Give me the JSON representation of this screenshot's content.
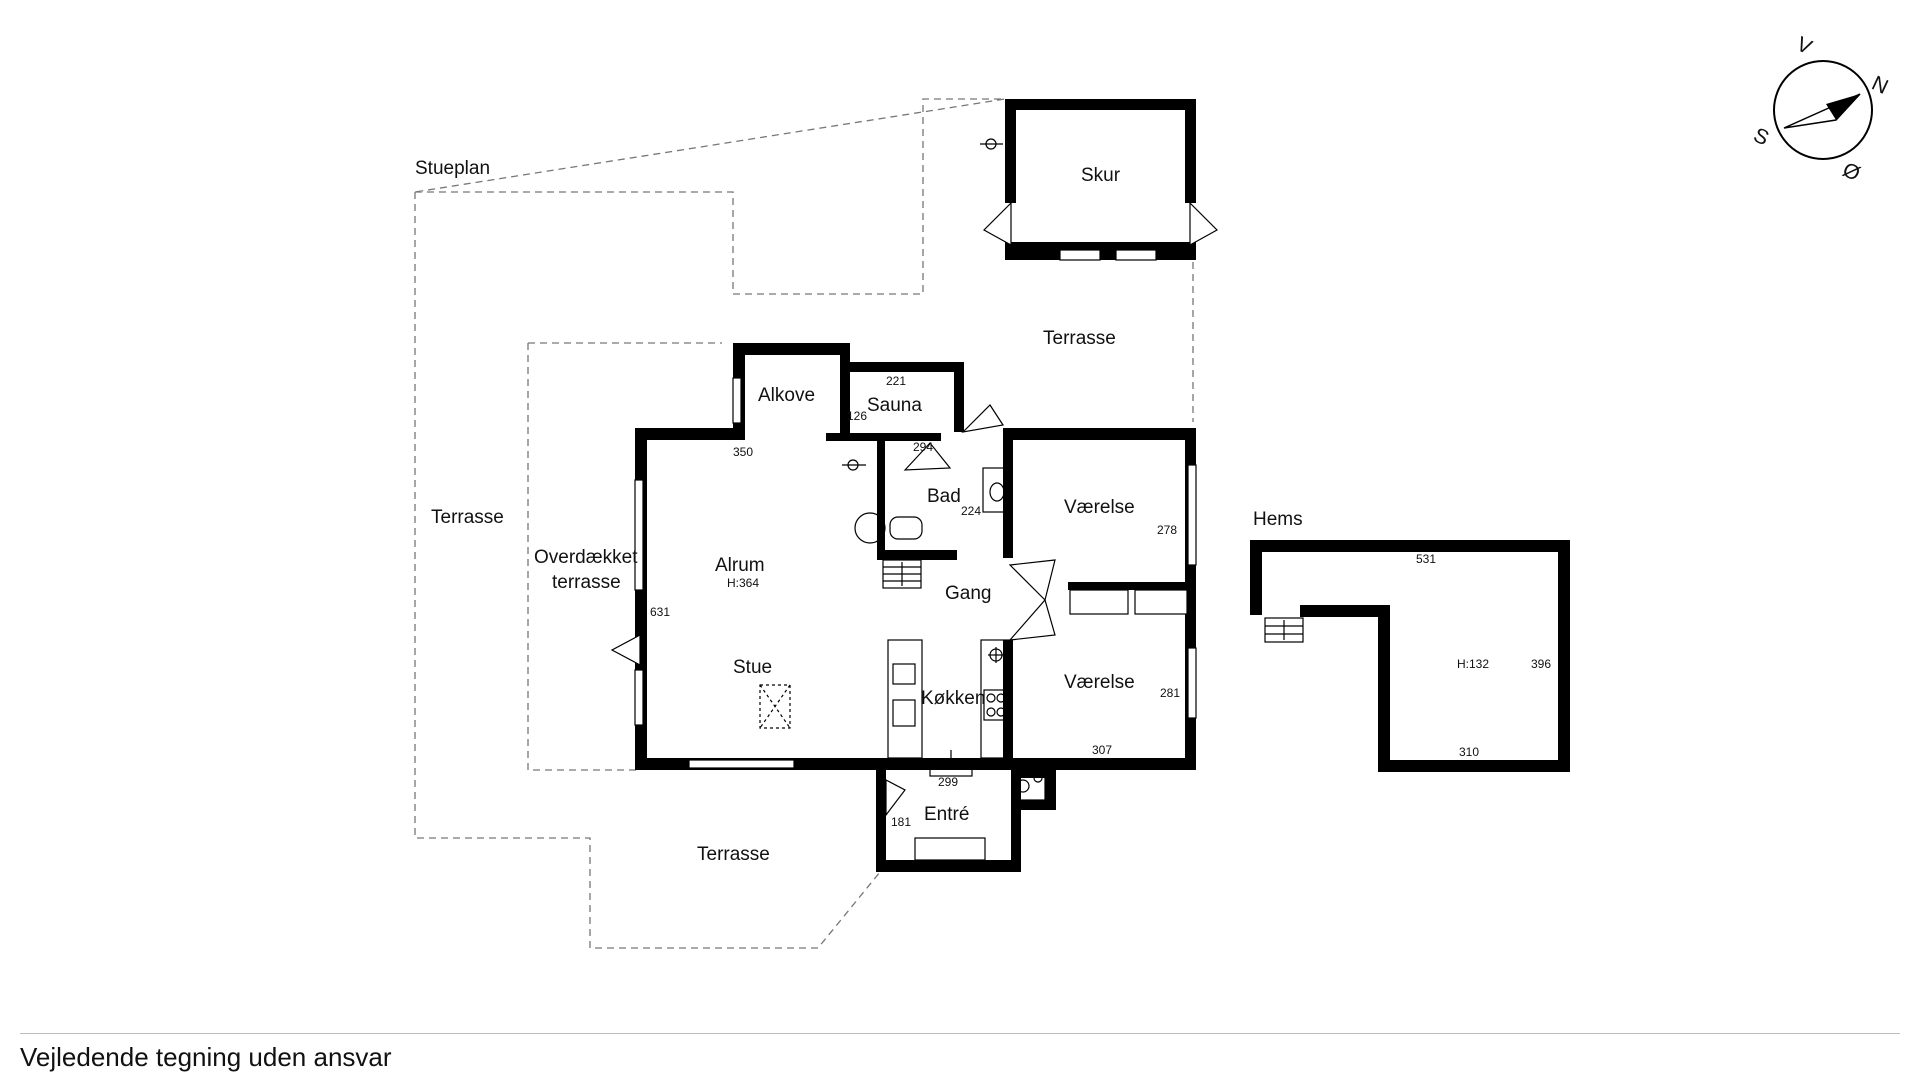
{
  "title": "Stueplan",
  "rooms": {
    "skur": "Skur",
    "terrasse_top": "Terrasse",
    "terrasse_left": "Terrasse",
    "terrasse_bottom": "Terrasse",
    "alkove": "Alkove",
    "sauna": "Sauna",
    "bad": "Bad",
    "vaerelse1": "Værelse",
    "vaerelse2": "Værelse",
    "overdaekket_1": "Overdækket",
    "overdaekket_2": "terrasse",
    "alrum": "Alrum",
    "alrum_height": "H:364",
    "gang": "Gang",
    "stue": "Stue",
    "koekken": "Køkken",
    "entre": "Entré"
  },
  "dimensions": {
    "sauna_w": "221",
    "sauna_h": "126",
    "sauna_bath": "294",
    "alkove": "350",
    "bad": "224",
    "vaerelse1": "278",
    "alrum": "631",
    "vaerelse2_h": "281",
    "vaerelse2_w": "307",
    "koekken": "299",
    "entre": "181"
  },
  "hems": {
    "title": "Hems",
    "top": "531",
    "height": "H:132",
    "right": "396",
    "bottom": "310"
  },
  "compass": {
    "v": "V",
    "n": "N",
    "s": "S",
    "o": "Ø"
  },
  "footer": "Vejledende tegning uden ansvar"
}
